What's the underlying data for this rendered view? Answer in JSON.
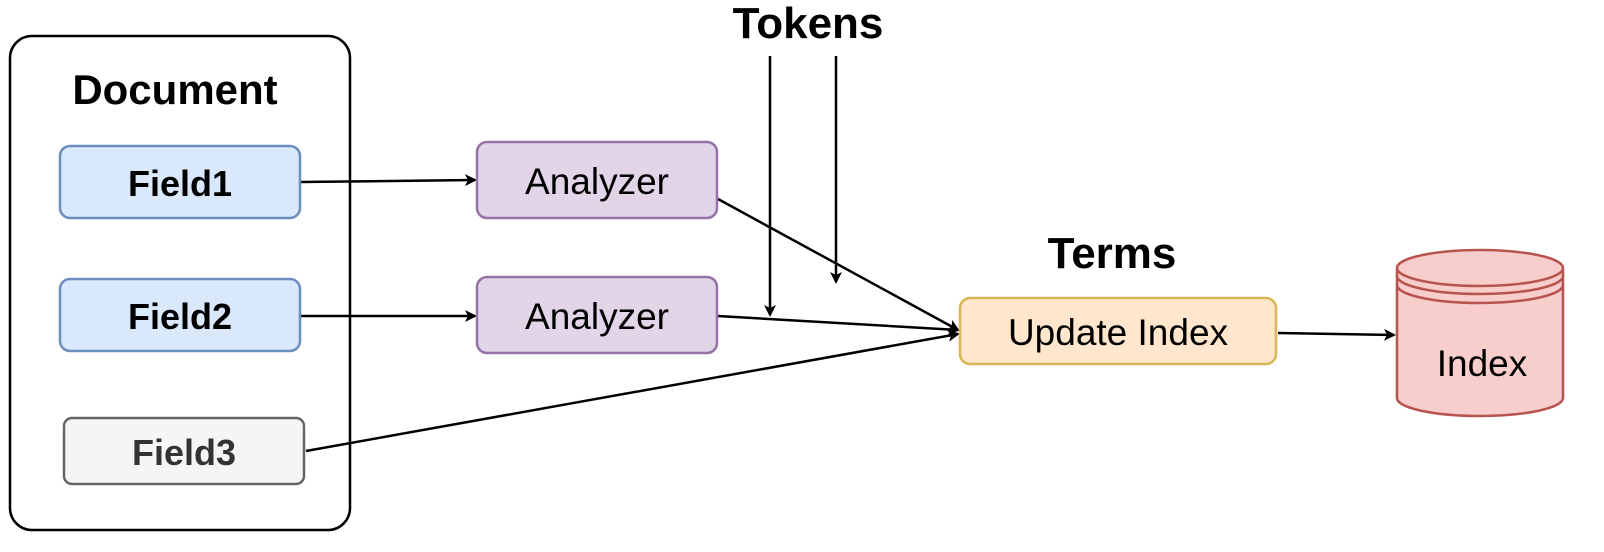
{
  "diagram": {
    "document_label": "Document",
    "tokens_label": "Tokens",
    "terms_label": "Terms",
    "fields": [
      {
        "label": "Field1"
      },
      {
        "label": "Field2"
      },
      {
        "label": "Field3"
      }
    ],
    "analyzers": [
      {
        "label": "Analyzer"
      },
      {
        "label": "Analyzer"
      }
    ],
    "update_index_label": "Update Index",
    "index_label": "Index"
  },
  "colors": {
    "field_fill": "#dae8fc",
    "field_stroke": "#6c8ebf",
    "field3_fill": "#f5f5f5",
    "field3_stroke": "#666666",
    "field3_text": "#333333",
    "analyzer_fill": "#e1d5e7",
    "analyzer_stroke": "#9673a6",
    "update_fill": "#ffe6cc",
    "update_stroke": "#d6b656",
    "index_fill": "#f8cecc",
    "index_stroke": "#b85450",
    "line": "#000000"
  }
}
